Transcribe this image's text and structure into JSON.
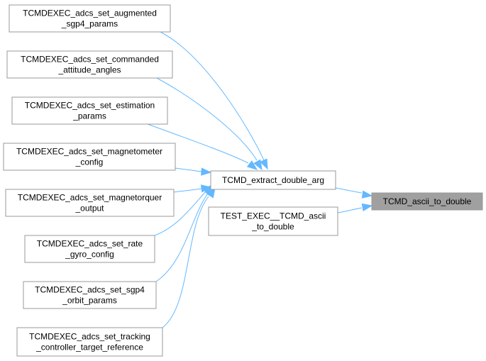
{
  "nodes": [
    {
      "id": "n1",
      "lines": [
        "TCMDEXEC_adcs_set_augmented",
        "_sgp4_params"
      ]
    },
    {
      "id": "n2",
      "lines": [
        "TCMDEXEC_adcs_set_commanded",
        "_attitude_angles"
      ]
    },
    {
      "id": "n3",
      "lines": [
        "TCMDEXEC_adcs_set_estimation",
        "_params"
      ]
    },
    {
      "id": "n4",
      "lines": [
        "TCMDEXEC_adcs_set_magnetometer",
        "_config"
      ]
    },
    {
      "id": "n5",
      "lines": [
        "TCMDEXEC_adcs_set_magnetorquer",
        "_output"
      ]
    },
    {
      "id": "n6",
      "lines": [
        "TCMDEXEC_adcs_set_rate",
        "_gyro_config"
      ]
    },
    {
      "id": "n7",
      "lines": [
        "TCMDEXEC_adcs_set_sgp4",
        "_orbit_params"
      ]
    },
    {
      "id": "n8",
      "lines": [
        "TCMDEXEC_adcs_set_tracking",
        "_controller_target_reference"
      ]
    },
    {
      "id": "mid",
      "lines": [
        "TCMD_extract_double_arg"
      ]
    },
    {
      "id": "test",
      "lines": [
        "TEST_EXEC__TCMD_ascii",
        "_to_double"
      ]
    },
    {
      "id": "root",
      "lines": [
        "TCMD_ascii_to_double"
      ]
    }
  ],
  "edges": [
    {
      "from": "n1",
      "to": "mid"
    },
    {
      "from": "n2",
      "to": "mid"
    },
    {
      "from": "n3",
      "to": "mid"
    },
    {
      "from": "n4",
      "to": "mid"
    },
    {
      "from": "n5",
      "to": "mid"
    },
    {
      "from": "n6",
      "to": "mid"
    },
    {
      "from": "n7",
      "to": "mid"
    },
    {
      "from": "n8",
      "to": "mid"
    },
    {
      "from": "mid",
      "to": "root"
    },
    {
      "from": "test",
      "to": "root"
    }
  ],
  "colors": {
    "edge": "#63b8ff",
    "node_border": "#999999",
    "node_fill": "#ffffff",
    "root_fill": "#a0a0a0"
  }
}
